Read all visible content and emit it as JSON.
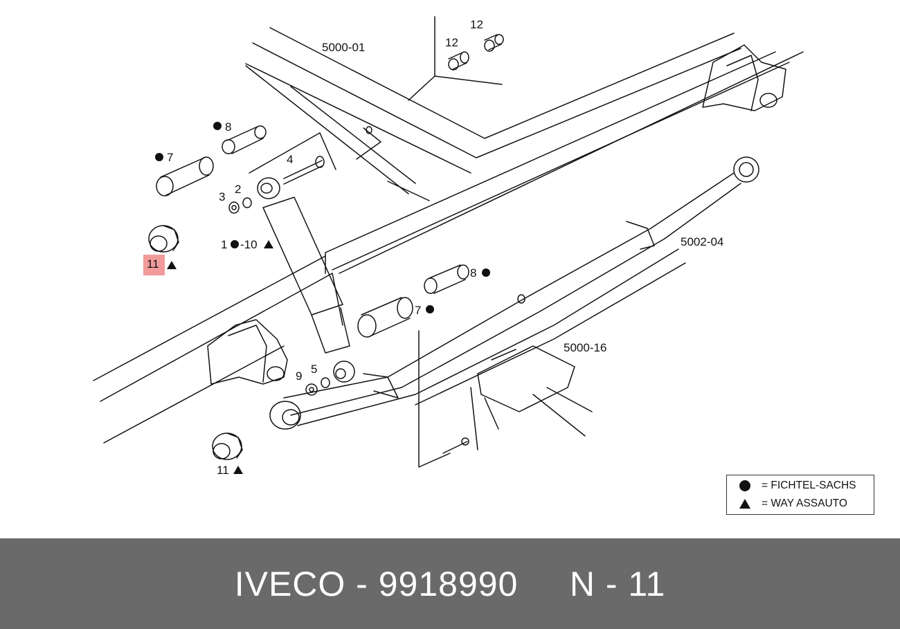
{
  "labels": {
    "frame_top": "5000-01",
    "spring": "5002-04",
    "axle": "5000-16",
    "p12a": "12",
    "p12b": "12",
    "p8a": "8",
    "p7a": "7",
    "p4": "4",
    "p3": "3",
    "p2": "2",
    "p1": "1",
    "p10": "-10",
    "p11a": "11",
    "p8b": "8",
    "p7b": "7",
    "p9": "9",
    "p5": "5",
    "p11b": "11"
  },
  "legend": {
    "circle_text": "= FICHTEL-SACHS",
    "triangle_text": "= WAY ASSAUTO"
  },
  "footer": {
    "text": "IVECO - 9918990     N - 11"
  },
  "colors": {
    "footer_bg": "#6a6a6a",
    "highlight": "#f08a8a",
    "line": "#111111"
  }
}
